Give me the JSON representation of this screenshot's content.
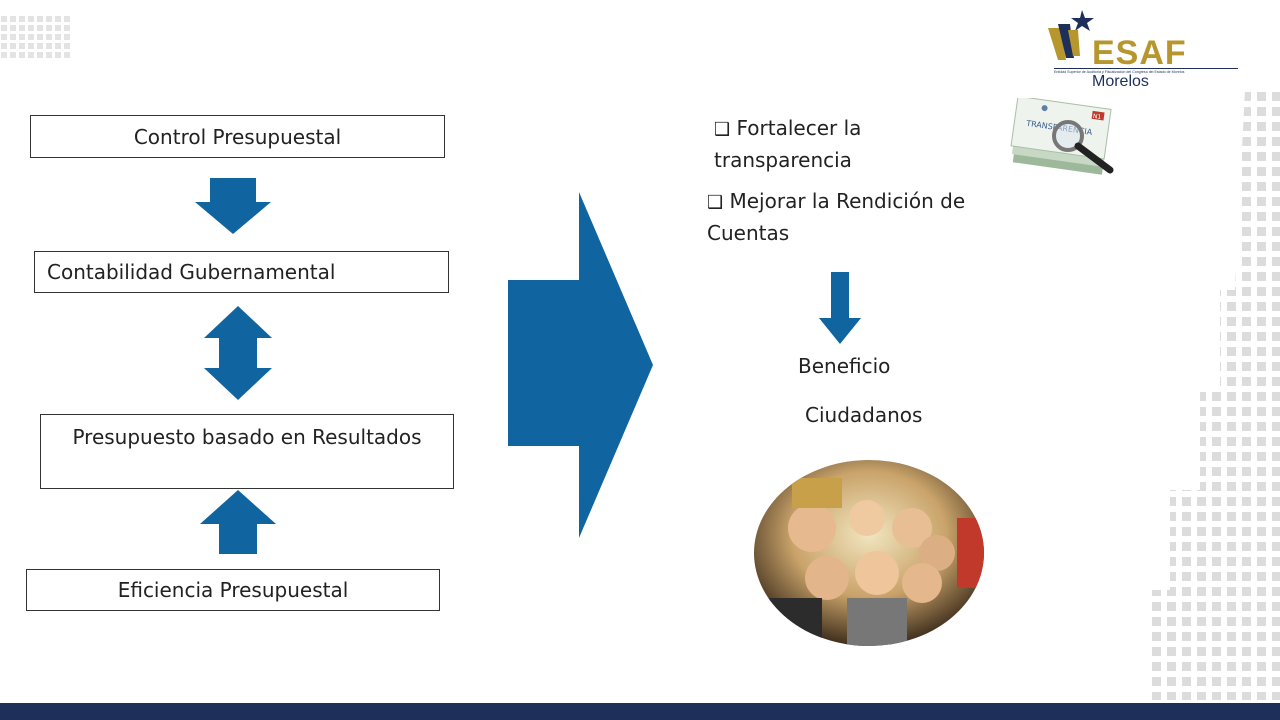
{
  "logo": {
    "name": "ESAF",
    "suffix": "Morelos",
    "tagline": "Entidad Superior de Auditoría y Fiscalización del Congreso del Estado de Morelos"
  },
  "flow": {
    "control": "Control Presupuestal",
    "contabilidad": "Contabilidad Gubernamental",
    "presupuesto": "Presupuesto basado en Resultados",
    "eficiencia": "Eficiencia Presupuestal"
  },
  "goals": {
    "checkbox_glyph": "❑",
    "goal1_line1": "Fortalecer la",
    "goal1_line2": "transparencia",
    "goal2_line1": "Mejorar la Rendición de",
    "goal2_line2": "Cuentas"
  },
  "outcome": {
    "beneficio": "Beneficio",
    "ciudadanos": "Ciudadanos"
  },
  "transparency_image": {
    "label": "TRANSPARENCIA",
    "badge": "N1"
  },
  "colors": {
    "arrow_blue": "#1065a0",
    "navy": "#1e2f5a",
    "gold": "#b8962e"
  },
  "icons": {
    "checkbox": "checkbox-icon",
    "magnifier": "magnifier-icon"
  }
}
